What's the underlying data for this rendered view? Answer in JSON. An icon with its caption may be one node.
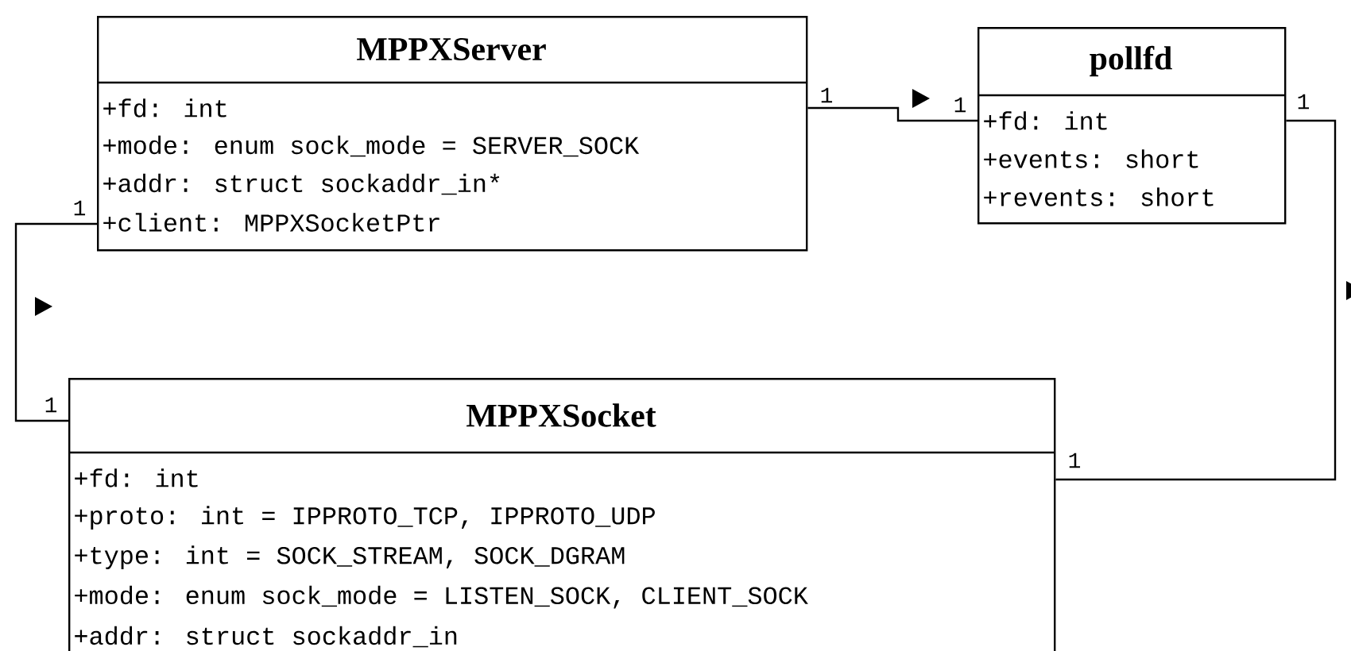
{
  "diagram": {
    "nodes": [
      {
        "text": [
          "MPPXServer",
          "+fd: int",
          "+mode: enum sock_mode = SERVER_SOCK",
          "+addr: struct sockaddr_in*",
          "+client: MPPXSocketPtr"
        ]
      },
      {
        "text": [
          "pollfd",
          "+fd: int",
          "+events: short",
          "+revents: short"
        ]
      },
      {
        "text": [
          "MPPXSocket",
          "+fd: int",
          "+proto: int = IPPROTO_TCP, IPPROTO_UDP",
          "+type: int = SOCK_STREAM, SOCK_DGRAM",
          "+mode: enum sock_mode = LISTEN_SOCK, CLIENT_SOCK",
          "+addr: struct sockaddr_in"
        ]
      }
    ],
    "edges": [
      {
        "from": 0,
        "to": 1,
        "arrow": "none"
      },
      {
        "from": 0,
        "to": 2,
        "arrow": "none"
      },
      {
        "from": 1,
        "to": 2,
        "arrow": "none"
      }
    ],
    "labels": [
      "1",
      "1",
      "1",
      "1",
      "1",
      "1"
    ]
  }
}
